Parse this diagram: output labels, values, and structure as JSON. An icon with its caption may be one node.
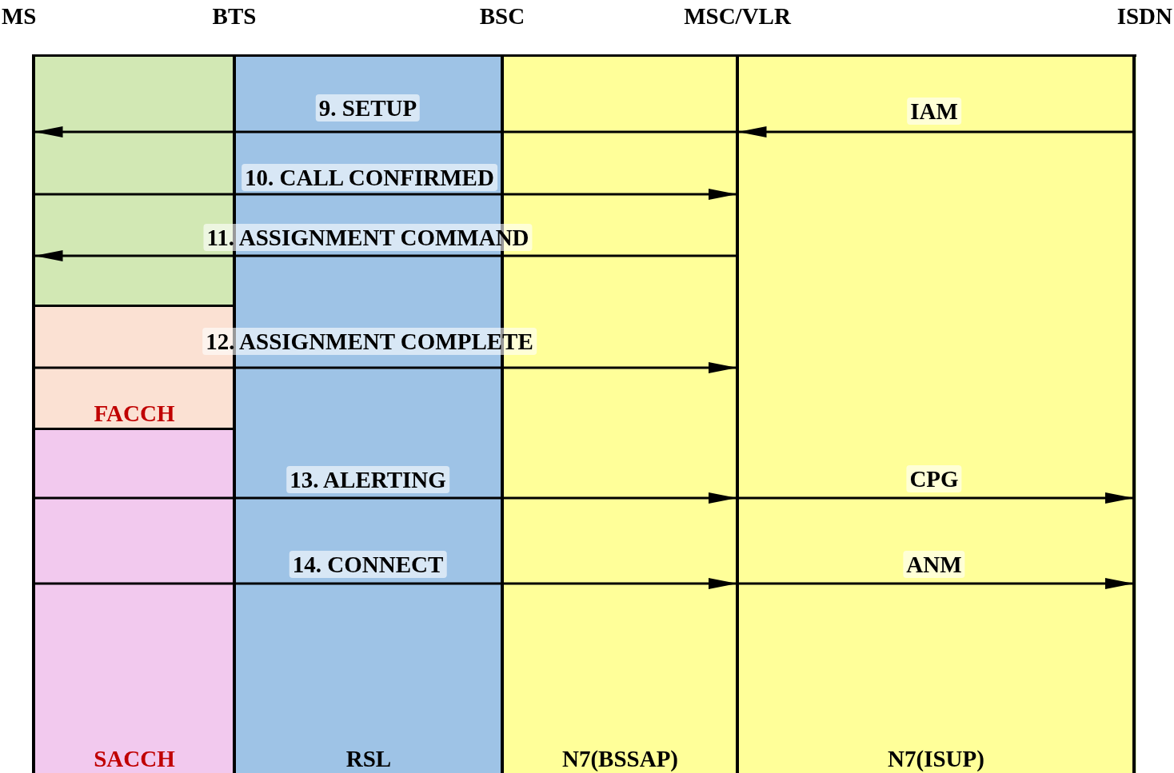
{
  "diagram": {
    "nodes": [
      {
        "text": [
          "MS"
        ]
      },
      {
        "text": [
          "BTS"
        ]
      },
      {
        "text": [
          "BSC"
        ]
      },
      {
        "text": [
          "MSC/VLR"
        ]
      },
      {
        "text": [
          "ISDN"
        ]
      }
    ],
    "edges": [
      {
        "from": 3,
        "to": 0,
        "arrow": "to",
        "label": "9. SETUP"
      },
      {
        "from": 4,
        "to": 3,
        "arrow": "to",
        "label": "IAM"
      },
      {
        "from": 0,
        "to": 3,
        "arrow": "to",
        "label": "10. CALL CONFIRMED"
      },
      {
        "from": 3,
        "to": 0,
        "arrow": "to",
        "label": "11. ASSIGNMENT COMMAND"
      },
      {
        "from": 0,
        "to": 3,
        "arrow": "to",
        "label": "12. ASSIGNMENT COMPLETE"
      },
      {
        "from": 0,
        "to": 3,
        "arrow": "to",
        "label": "13. ALERTING"
      },
      {
        "from": 3,
        "to": 4,
        "arrow": "to",
        "label": "CPG"
      },
      {
        "from": 0,
        "to": 3,
        "arrow": "to",
        "label": "14. CONNECT"
      },
      {
        "from": 3,
        "to": 4,
        "arrow": "to",
        "label": "ANM"
      }
    ],
    "labels": [
      "FACCH",
      "SACCH",
      "RSL",
      "N7(BSSAP)",
      "N7(ISUP)"
    ]
  }
}
